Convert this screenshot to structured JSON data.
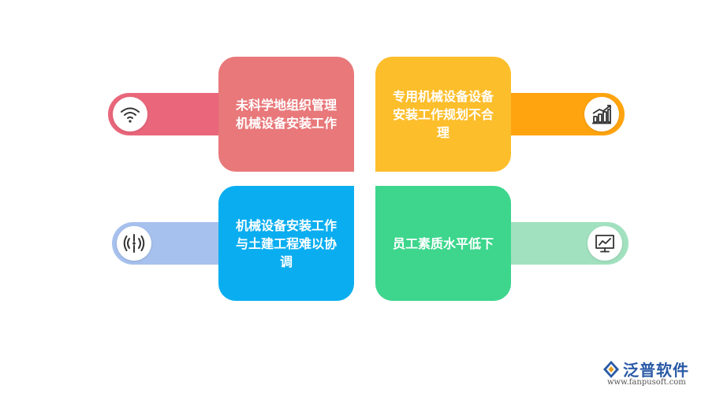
{
  "cards": {
    "top_left": {
      "text": "未科学地组织管理机械设备安装工作",
      "color": "#E8787A"
    },
    "top_right": {
      "text": "专用机械设备设备安装工作规划不合理",
      "color": "#FDBE2B"
    },
    "bottom_left": {
      "text": "机械设备安装工作与土建工程难以协调",
      "color": "#0AAEF0"
    },
    "bottom_right": {
      "text": "员工素质水平低下",
      "color": "#3DD68C"
    }
  },
  "bars": {
    "top_left": {
      "color": "#E9667B",
      "icon": "wifi-icon"
    },
    "top_right": {
      "color": "#FFA40E",
      "icon": "bar-chart-icon"
    },
    "bottom_left": {
      "color": "#A7C1EE",
      "icon": "broadcast-icon"
    },
    "bottom_right": {
      "color": "#A2E1BF",
      "icon": "monitor-chart-icon"
    }
  },
  "logo": {
    "name": "泛普软件",
    "url": "www.fanpusoft.com"
  }
}
